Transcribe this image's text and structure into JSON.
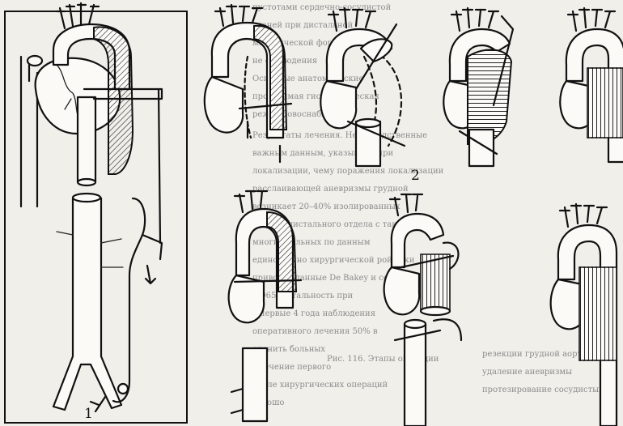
{
  "figure": {
    "labels": [
      "1",
      "2"
    ]
  },
  "background_text": {
    "line_01": "пустотами сердечно-сосудистой",
    "line_02": "тканей при дистальной",
    "line_03": "механической формой",
    "line_04": "не соблюдения",
    "line_05": "Основные анатомические",
    "line_06": "проводимая гистологическая",
    "line_07": "реже кровоснабжения",
    "line_08": "Результаты лечения. Непосредственные",
    "line_09": "важным данным, указывают при",
    "line_10": "локализации, чему поражения локализации",
    "line_11": "расслаивающей аневризмы грудной",
    "line_12": "возникает 20–40% изолированных",
    "line_13": "острого дистального отдела с такой",
    "line_14": "многих больных по данным",
    "line_15": "единственно хирургической рой таки",
    "line_16": "приводят данные De Bakey и соавт.",
    "line_17": "(1965) летальность при",
    "line_18": "в первые 4 года наблюдения",
    "line_19": "оперативного лечения 50% в",
    "line_20": "оценить больных",
    "line_21": "в течение первого",
    "line_22": "после хирургических операций",
    "line_23": "хорошо",
    "caption_a": "Рис. 116. Этапы операции",
    "caption_b": "резекции грудной аорты",
    "caption_c": "удаление аневризмы",
    "caption_d": "протезирование сосудистым"
  }
}
